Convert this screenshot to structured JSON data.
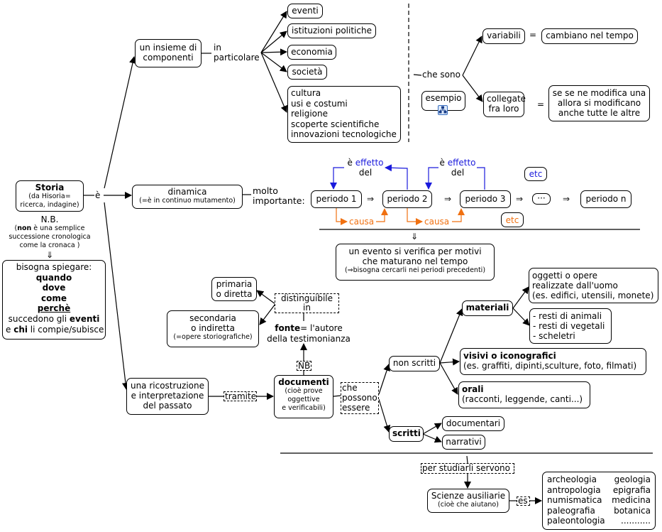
{
  "storia": {
    "title": "Storia",
    "sub": [
      "(da Hisoria=",
      "ricerca, indagine)"
    ]
  },
  "nb": {
    "title": "N.B.",
    "l1_bold": "non",
    "l1_rest": " è una semplice",
    "l2": "successione cronologica",
    "l3": "come la cronaca )",
    "open": "(",
    "arrow": "⇓"
  },
  "bisogna": {
    "l1": "bisogna spiegare:",
    "quando": "quando",
    "dove": "dove",
    "come": "come",
    "perche": "perchè",
    "l6a": "succedono gli ",
    "l6b": "eventi",
    "l7a": "e ",
    "l7b": "chi",
    "l7c": " li compie/subisce"
  },
  "link_e": "è",
  "insieme": {
    "lines": [
      "un insieme di",
      "componenti"
    ],
    "link": [
      "in",
      "particolare"
    ]
  },
  "components": [
    "eventi",
    "istituzioni politiche",
    "economia",
    "società"
  ],
  "cultura": [
    "cultura",
    "usi e costumi",
    "religione",
    "scoperte scientifiche",
    "innovazioni tecnologiche"
  ],
  "che_sono": "che sono",
  "variabili": {
    "label": "variabili",
    "eq": "=",
    "desc": "cambiano nel tempo"
  },
  "collegate": {
    "label": [
      "collegate",
      "fra loro"
    ],
    "eq": "=",
    "desc": [
      "se se ne modifica una",
      "allora si modificano",
      "anche tutte le altre"
    ]
  },
  "esempio": {
    "label": "esempio",
    "icon": "concept-map-icon"
  },
  "dinamica": {
    "title": "dinamica",
    "sub": "(=è in continuo mutamento)",
    "link": [
      "molto",
      "importante:"
    ]
  },
  "periodi": [
    "periodo 1",
    "periodo 2",
    "periodo 3",
    "···",
    "periodo n"
  ],
  "implies": "⇒",
  "effetto": {
    "a": "è ",
    "b": "effetto",
    "c": "del"
  },
  "causa": "causa",
  "etc": "etc",
  "colors": {
    "effect": "#1a1adc",
    "cause": "#f07010"
  },
  "evento": {
    "lines": [
      "un evento si verifica per motivi",
      "che maturano nel tempo"
    ],
    "sub": "(⇒bisogna cercarli nei periodi precedenti)",
    "arrow": "⇓"
  },
  "primaria": [
    "primaria",
    "o diretta"
  ],
  "secondaria": {
    "lines": [
      "secondaria",
      "o indiretta"
    ],
    "sub": "(=opere storiografiche)"
  },
  "distinguibile": [
    "distinguibile",
    "in"
  ],
  "fonte": {
    "bold": "fonte",
    "rest": "= l'autore",
    "l2": "della testimonianza"
  },
  "nb_link": "NB",
  "ricostruzione": [
    "una ricostruzione",
    "e interpretazione",
    "del passato"
  ],
  "tramite": "tramite",
  "documenti": {
    "title": "documenti",
    "sub": [
      "(cioè prove",
      "oggettive",
      "e verificabili)"
    ]
  },
  "possono": [
    "che",
    "possono",
    "essere"
  ],
  "non_scritti": "non scritti",
  "materiali": "materiali",
  "oggetti": [
    "oggetti o opere",
    "realizzate dall'uomo",
    "(es. edifici, utensili, monete)"
  ],
  "resti": [
    "- resti di animali",
    "- resti di vegetali",
    "- scheletri"
  ],
  "visivi": {
    "title": "visivi o iconografici",
    "desc": "(es. graffiti, dipinti,sculture, foto, filmati)"
  },
  "orali": {
    "title": "orali",
    "desc": "(racconti, leggende, canti...)"
  },
  "scritti": "scritti",
  "documentari": "documentari",
  "narrativi": "narrativi",
  "studiarli": "per studiarli servono",
  "scienze": {
    "title": "Scienze ausiliarie",
    "sub": "(cioè che aiutano)"
  },
  "es": "es",
  "discipline": [
    [
      "archeologia",
      "geologia"
    ],
    [
      "antropologia",
      "epigrafia"
    ],
    [
      "numismatica",
      "medicina"
    ],
    [
      "paleografia",
      "botanica"
    ],
    [
      "paleontologia",
      "..........."
    ]
  ]
}
